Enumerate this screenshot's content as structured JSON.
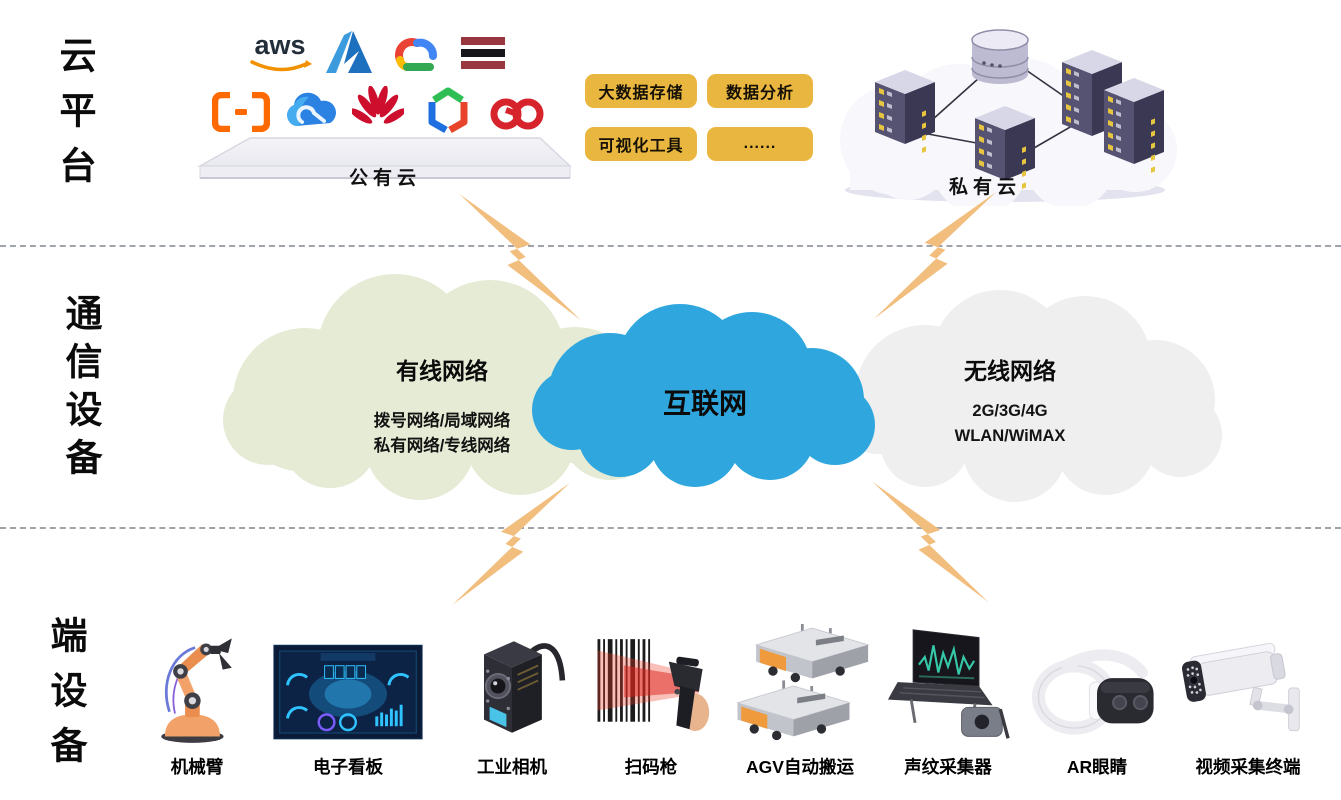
{
  "colors": {
    "badge": "#E9B73F",
    "lightning": "#F2BE7E",
    "wired_cloud": "#E5EBD4",
    "internet_cloud": "#2FA7DE",
    "wireless_cloud": "#EFEFEF",
    "dashed_line": "#8f949c"
  },
  "cloud_layer": {
    "label": "云平台",
    "public_cloud": {
      "label": "公有云",
      "aws_text": "aws",
      "logos": [
        "aws-logo",
        "azure-logo",
        "google-cloud-logo",
        "stripe-bars-logo",
        "alibaba-cloud-logo",
        "tencent-cloud-logo",
        "huawei-logo",
        "hexagon-cloud-logo",
        "infinity-cloud-logo"
      ]
    },
    "badges": [
      "大数据存储",
      "数据分析",
      "可视化工具",
      "......"
    ],
    "private_cloud": {
      "label": "私有云"
    }
  },
  "comm_layer": {
    "label": "通信设备",
    "wired": {
      "title": "有线网络",
      "sub1": "拨号网络/局域网络",
      "sub2": "私有网络/专线网络"
    },
    "internet": {
      "title": "互联网"
    },
    "wireless": {
      "title": "无线网络",
      "sub1": "2G/3G/4G",
      "sub2": "WLAN/WiMAX"
    }
  },
  "device_layer": {
    "label": "端设备",
    "devices": [
      {
        "name": "robotic-arm",
        "label": "机械臂"
      },
      {
        "name": "electronic-kanban",
        "label": "电子看板"
      },
      {
        "name": "industrial-camera",
        "label": "工业相机"
      },
      {
        "name": "barcode-scanner",
        "label": "扫码枪"
      },
      {
        "name": "agv-transport",
        "label": "AGV自动搬运"
      },
      {
        "name": "voiceprint-collector",
        "label": "声纹采集器"
      },
      {
        "name": "ar-glasses",
        "label": "AR眼睛"
      },
      {
        "name": "video-capture-terminal",
        "label": "视频采集终端"
      }
    ]
  }
}
